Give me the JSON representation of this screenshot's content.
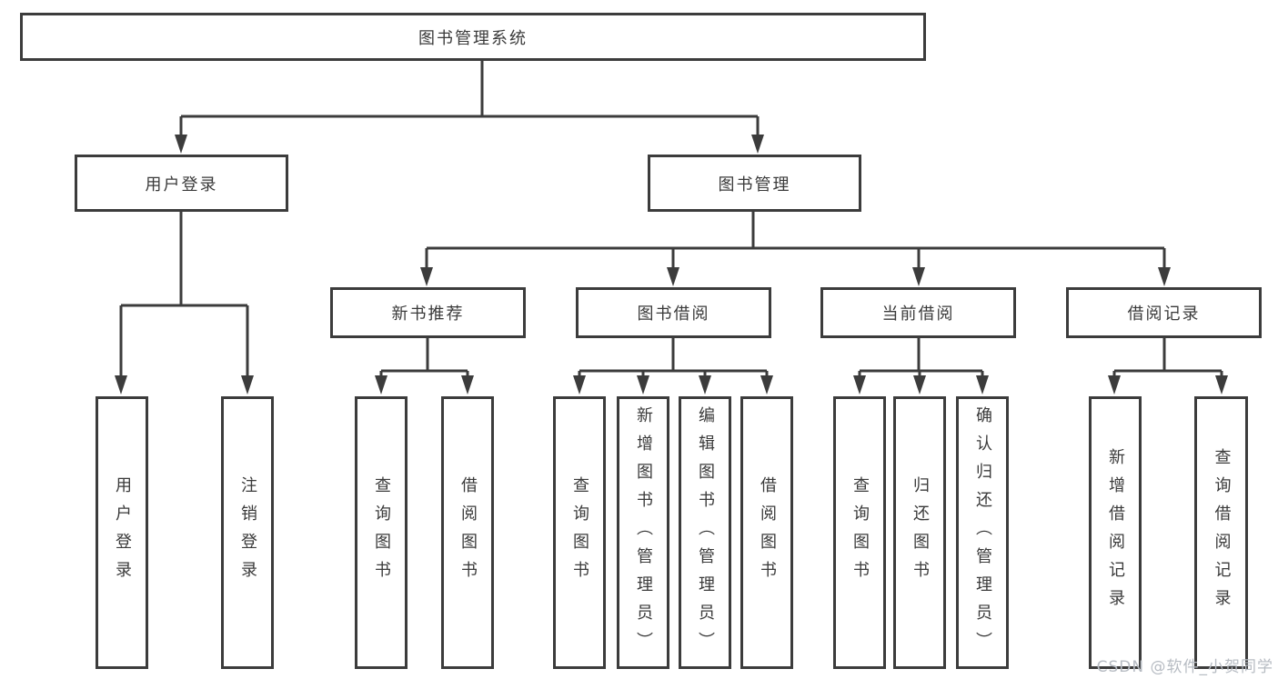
{
  "diagram": {
    "watermark": "CSDN @软件_小贺同学",
    "colors": {
      "line": "#3c3c3c",
      "text": "#3a3a3a",
      "watermark": "#b7bcc3",
      "box_bg": "#ffffff"
    },
    "tree": {
      "label": "图书管理系统",
      "children": [
        {
          "label": "用户登录",
          "children": [
            {
              "label": "用户登录"
            },
            {
              "label": "注销登录"
            }
          ]
        },
        {
          "label": "图书管理",
          "children": [
            {
              "label": "新书推荐",
              "children": [
                {
                  "label": "查询图书"
                },
                {
                  "label": "借阅图书"
                }
              ]
            },
            {
              "label": "图书借阅",
              "children": [
                {
                  "label": "查询图书"
                },
                {
                  "label": "新增图书（管理员）"
                },
                {
                  "label": "编辑图书（管理员）"
                },
                {
                  "label": "借阅图书"
                }
              ]
            },
            {
              "label": "当前借阅",
              "children": [
                {
                  "label": "查询图书"
                },
                {
                  "label": "归还图书"
                },
                {
                  "label": "确认归还（管理员）"
                }
              ]
            },
            {
              "label": "借阅记录",
              "children": [
                {
                  "label": "新增借阅记录"
                },
                {
                  "label": "查询借阅记录"
                }
              ]
            }
          ]
        }
      ]
    }
  }
}
